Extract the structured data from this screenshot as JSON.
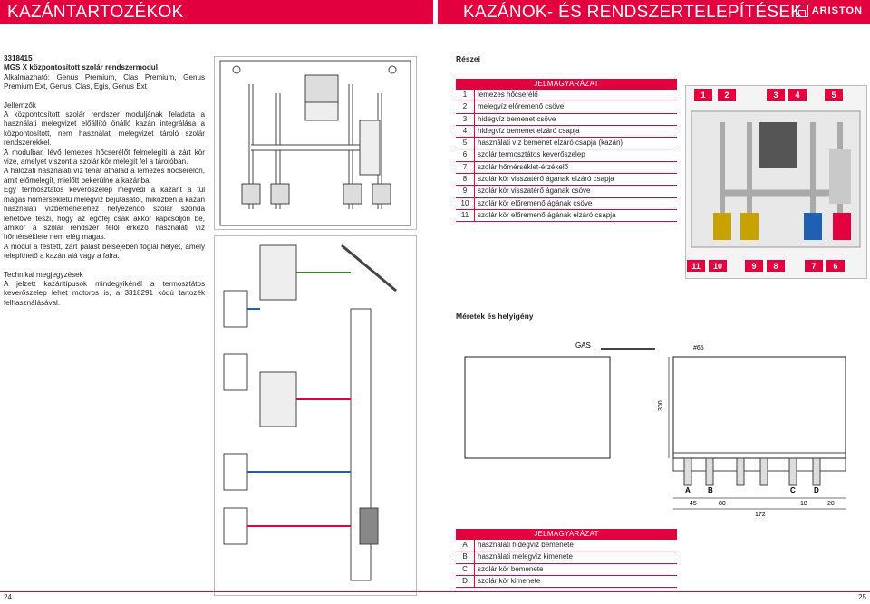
{
  "header": {
    "left_title": "KAZÁNTARTOZÉKOK",
    "right_title": "KAZÁNOK- ÉS RENDSZERTELEPÍTÉSEK",
    "brand": "ARISTON"
  },
  "product": {
    "code": "3318415",
    "name": "MGS X központosított szolár rendszermodul",
    "applicable": "Alkalmazható: Genus Premium, Clas Premium, Genus Premium Ext, Genus, Clas, Egis, Genus Ext"
  },
  "features": {
    "heading": "Jellemzők",
    "paragraphs": [
      "A központosított szolár rendszer moduljának feladata a használati melegvizet előállító önálló kazán integrálása a központosított, nem használati melegvizet tároló szolár rendszerekkel.",
      "A modulban lévő lemezes hőcserélőt felmelegíti a zárt kör vize, amelyet viszont a szolár kör melegít fel a tárolóban.",
      "A hálózati használati víz tehát áthalad a lemezes hőcserélőn, amit előmelegít, mielőtt bekerülne a kazánba.",
      "Egy termosztátos keverőszelep megvédi a kazánt a túl magas hőmérsékletű melegvíz bejutásától, miközben a kazán használati vízbemenetéhez helyezendő szolár szonda lehetővé teszi, hogy az égőfej csak akkor kapcsoljon be, amikor a szolár rendszer felől érkező használati víz hőmérséklete nem elég magas.",
      "A modul a festett, zárt palást belsejében foglal helyet, amely telepíthető a kazán alá vagy a falra."
    ]
  },
  "notes": {
    "heading": "Technikai megjegyzések",
    "text": "A jelzett kazántípusok mindegyikénél a termosztátos keverőszelep lehet motoros is, a 3318291 kódú tartozék felhasználásával."
  },
  "parts": {
    "title": "Részei",
    "legend_header": "JELMAGYARÁZAT",
    "items": [
      {
        "n": "1",
        "label": "lemezes hőcserélő"
      },
      {
        "n": "2",
        "label": "melegvíz előremenő csöve"
      },
      {
        "n": "3",
        "label": "hidegvíz bemenet csöve"
      },
      {
        "n": "4",
        "label": "hidegvíz bemenet elzáró csapja"
      },
      {
        "n": "5",
        "label": "használati víz bemenet elzáró csapja (kazán)"
      },
      {
        "n": "6",
        "label": "szolár termosztátos keverőszelep"
      },
      {
        "n": "7",
        "label": "szolár hőmérséklet-érzékelő"
      },
      {
        "n": "8",
        "label": "szolár kör visszatérő ágának elzáró csapja"
      },
      {
        "n": "9",
        "label": "szolár kör visszatérő ágának csöve"
      },
      {
        "n": "10",
        "label": "szolár kör előremenő ágának csöve"
      },
      {
        "n": "11",
        "label": "szolár kör előremenő ágának elzáró csapja"
      }
    ],
    "badges_top": [
      "1",
      "2",
      "3",
      "4",
      "5"
    ],
    "badges_bottom": [
      "11",
      "10",
      "9",
      "8",
      "7",
      "6"
    ]
  },
  "dimensions": {
    "title": "Méretek és helyigény",
    "labels": [
      "GAS",
      "#65",
      "300",
      "45",
      "80",
      "172",
      "18",
      "20"
    ],
    "letters": [
      "A",
      "B",
      "C",
      "D"
    ],
    "legend_header": "JELMAGYARÁZAT",
    "items": [
      {
        "n": "A",
        "label": "használati hidegvíz bemenete"
      },
      {
        "n": "B",
        "label": "használati melegvíz kimenete"
      },
      {
        "n": "C",
        "label": "szolár kör bemenete"
      },
      {
        "n": "D",
        "label": "szolár kör kimenete"
      }
    ]
  },
  "page_numbers": {
    "left": "24",
    "right": "25"
  }
}
